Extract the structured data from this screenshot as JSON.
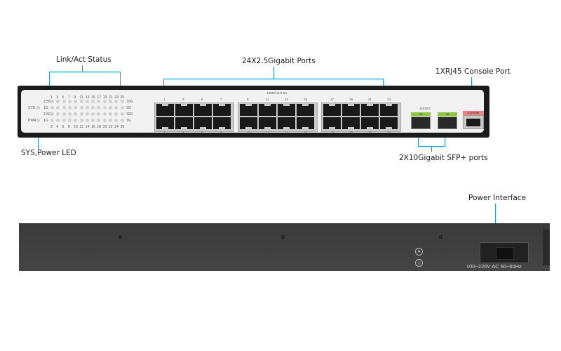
{
  "callouts": {
    "link_act": "Link/Act Status",
    "ports": "24X2.5Gigabit  Ports",
    "console": "1XRJ45 Console Port",
    "sys_power": "SYS,Power LED",
    "sfp": "2X10Gigabit SFP+ ports",
    "power": "Power Interface"
  },
  "front_panel": {
    "led_labels": {
      "sys": "SYS",
      "pwr": "PWR",
      "rows_left": [
        "2.5G",
        "1G",
        "2.5G",
        "1G"
      ],
      "rows_right": [
        "10G",
        "1G",
        "10G",
        "1G"
      ],
      "top_numbers": [
        "1",
        "3",
        "5",
        "7",
        "9",
        "11",
        "13",
        "15",
        "17",
        "19",
        "21",
        "23",
        "25"
      ],
      "bottom_numbers": [
        "2",
        "4",
        "6",
        "8",
        "10",
        "12",
        "14",
        "16",
        "18",
        "20",
        "22",
        "24",
        "26"
      ]
    },
    "speed_label": "100M/1G/2.5G",
    "port_top_numbers": [
      "1",
      "3",
      "5",
      "7",
      "9",
      "11",
      "13",
      "15",
      "17",
      "19",
      "21",
      "23"
    ],
    "port_bottom_numbers": [
      "2",
      "4",
      "6",
      "8",
      "10",
      "12",
      "14",
      "16",
      "18",
      "20",
      "22",
      "24"
    ],
    "sfp_group_label": "1G/10G",
    "sfp_ports": [
      "25",
      "26"
    ],
    "console_label": "Console"
  },
  "rear_panel": {
    "power_rating": "100~220V  AC   50~60Hz"
  }
}
